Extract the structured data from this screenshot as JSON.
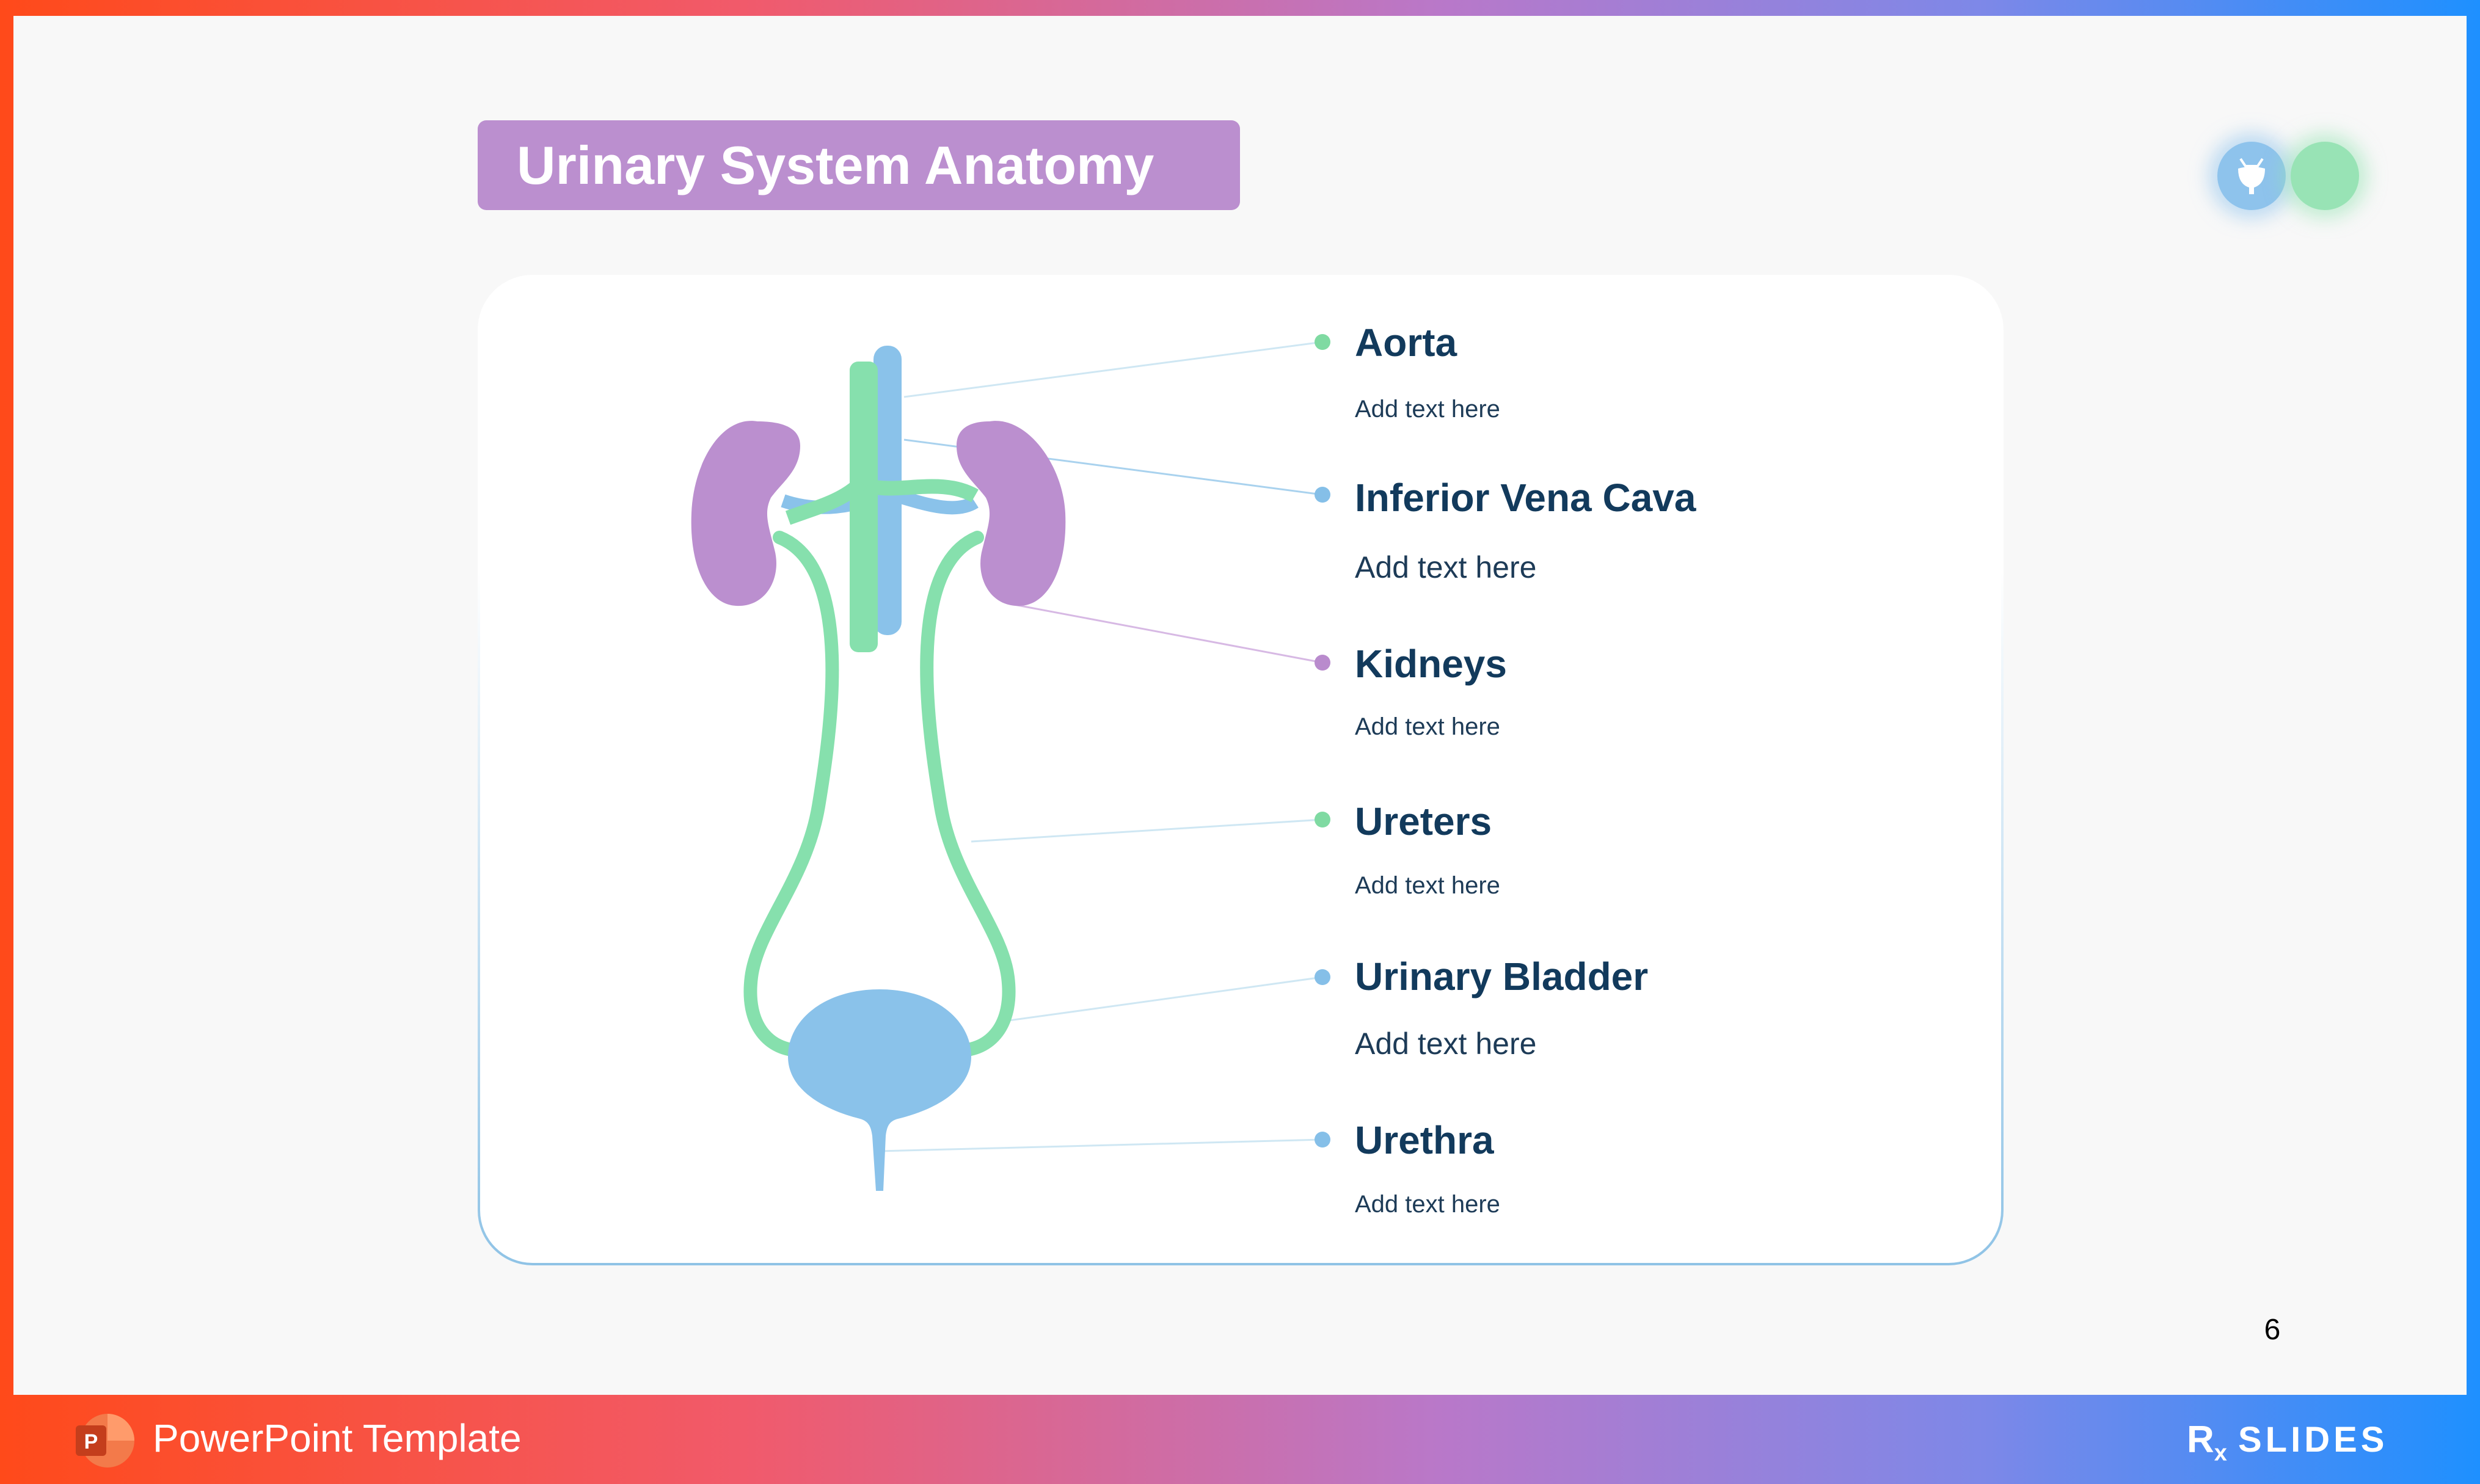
{
  "slide": {
    "title": "Urinary System Anatomy",
    "page_number": "6"
  },
  "labels": [
    {
      "id": "aorta",
      "name": "Aorta",
      "desc": "Add text here",
      "dot_color": "#7fdaa2"
    },
    {
      "id": "inferior-vena-cava",
      "name": "Inferior Vena Cava",
      "desc": "Add text here",
      "dot_color": "#85bfe8"
    },
    {
      "id": "kidneys",
      "name": "Kidneys",
      "desc": "Add text here",
      "dot_color": "#b98bcd"
    },
    {
      "id": "ureters",
      "name": "Ureters",
      "desc": "Add text here",
      "dot_color": "#7fdaa2"
    },
    {
      "id": "urinary-bladder",
      "name": "Urinary Bladder",
      "desc": "Add text here",
      "dot_color": "#85bfe8"
    },
    {
      "id": "urethra",
      "name": "Urethra",
      "desc": "Add text here",
      "dot_color": "#85bfe8"
    }
  ],
  "footer": {
    "template_label": "PowerPoint Template",
    "brand_rx": "R",
    "brand_x": "x",
    "brand_name": "SLIDES"
  },
  "colors": {
    "kidney": "#bb8fcf",
    "ureter": "#86e0ad",
    "vena_cava": "#8ac2ea",
    "aorta": "#86e0ad",
    "bladder": "#8ac2ea",
    "text": "#123a5c"
  },
  "icons": {
    "app_icon": "powerpoint-icon",
    "corner_icon": "bladder-icon"
  }
}
